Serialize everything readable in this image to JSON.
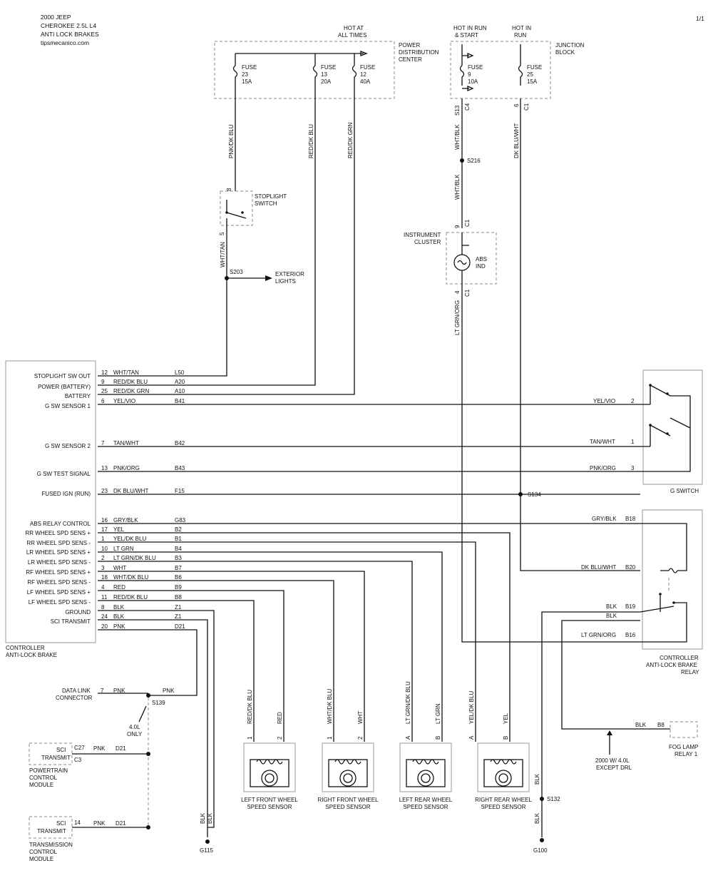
{
  "header": {
    "line1": "2000 JEEP",
    "line2": "CHEROKEE  2.5L L4",
    "line3": "ANTI LOCK BRAKES",
    "line4": "tipsmecanico.com",
    "page": "1/1"
  },
  "top": {
    "hot_all_1": "HOT AT",
    "hot_all_2": "ALL TIMES",
    "hot_run_start_1": "HOT IN RUN",
    "hot_run_start_2": "& START",
    "hot_run_1": "HOT IN",
    "hot_run_2": "RUN",
    "pdc_1": "POWER",
    "pdc_2": "DISTRIBUTION",
    "pdc_3": "CENTER",
    "jb_1": "JUNCTION",
    "jb_2": "BLOCK"
  },
  "fuses": [
    {
      "l": "FUSE",
      "n": "23",
      "a": "15A"
    },
    {
      "l": "FUSE",
      "n": "13",
      "a": "20A"
    },
    {
      "l": "FUSE",
      "n": "12",
      "a": "40A"
    },
    {
      "l": "FUSE",
      "n": "9",
      "a": "10A"
    },
    {
      "l": "FUSE",
      "n": "25",
      "a": "15A"
    }
  ],
  "vwires": {
    "pnk_dkblu": "PNK/DK BLU",
    "red_dkblu": "RED/DK BLU",
    "red_dkgrn": "RED/DK GRN",
    "wht_blk": "WHT/BLK",
    "dkblu_wht": "DK BLU/WHT",
    "wht_tan": "WHT/TAN",
    "ltgrn_org": "LT GRN/ORG",
    "blk": "BLK"
  },
  "conn": {
    "s13": "S13",
    "c4": "C4",
    "p6": "6",
    "c1": "C1",
    "p9": "9",
    "p4": "4",
    "p8": "8",
    "p5": "5"
  },
  "stoplight": {
    "l1": "STOPLIGHT",
    "l2": "SWITCH"
  },
  "splices": {
    "s216": "S216",
    "s203": "S203",
    "s134": "S134",
    "s139": "S139",
    "s132": "S132"
  },
  "exterior": {
    "l1": "EXTERIOR",
    "l2": "LIGHTS"
  },
  "cluster": {
    "l1": "INSTRUMENT",
    "l2": "CLUSTER",
    "abs1": "ABS",
    "abs2": "IND"
  },
  "controller": {
    "pins": [
      {
        "name": "STOPLIGHT SW OUT",
        "pin": "12",
        "color": "WHT/TAN",
        "circ": "L50"
      },
      {
        "name": "POWER (BATTERY)",
        "pin": "9",
        "color": "RED/DK BLU",
        "circ": "A20"
      },
      {
        "name": "BATTERY",
        "pin": "25",
        "color": "RED/DK GRN",
        "circ": "A10"
      },
      {
        "name": "G SW SENSOR 1",
        "pin": "6",
        "color": "YEL/VIO",
        "circ": "B41"
      },
      {
        "name": "G SW SENSOR 2",
        "pin": "7",
        "color": "TAN/WHT",
        "circ": "B42"
      },
      {
        "name": "G SW TEST SIGNAL",
        "pin": "13",
        "color": "PNK/ORG",
        "circ": "B43"
      },
      {
        "name": "FUSED IGN (RUN)",
        "pin": "23",
        "color": "DK BLU/WHT",
        "circ": "F15"
      },
      {
        "name": "ABS RELAY CONTROL",
        "pin": "16",
        "color": "GRY/BLK",
        "circ": "G83"
      },
      {
        "name": "RR WHEEL SPD SENS +",
        "pin": "17",
        "color": "YEL",
        "circ": "B2"
      },
      {
        "name": "RR WHEEL SPD SENS -",
        "pin": "1",
        "color": "YEL/DK BLU",
        "circ": "B1"
      },
      {
        "name": "LR WHEEL SPD SENS +",
        "pin": "10",
        "color": "LT GRN",
        "circ": "B4"
      },
      {
        "name": "LR WHEEL SPD SENS -",
        "pin": "2",
        "color": "LT GRN/DK BLU",
        "circ": "B3"
      },
      {
        "name": "RF WHEEL SPD SENS +",
        "pin": "3",
        "color": "WHT",
        "circ": "B7"
      },
      {
        "name": "RF WHEEL SPD SENS -",
        "pin": "18",
        "color": "WHT/DK BLU",
        "circ": "B6"
      },
      {
        "name": "LF WHEEL SPD SENS +",
        "pin": "4",
        "color": "RED",
        "circ": "B9"
      },
      {
        "name": "LF WHEEL SPD SENS -",
        "pin": "11",
        "color": "RED/DK BLU",
        "circ": "B8"
      },
      {
        "name": "GROUND",
        "pin": "8",
        "color": "BLK",
        "circ": "Z1"
      },
      {
        "name": "SCI TRANSMIT",
        "pin": "24",
        "color": "BLK",
        "circ": "Z1"
      },
      {
        "name": "",
        "pin": "20",
        "color": "PNK",
        "circ": "D21"
      }
    ],
    "l1": "CONTROLLER",
    "l2": "ANTI-LOCK BRAKE"
  },
  "gswitch": {
    "name": "G SWITCH",
    "rows": [
      {
        "c": "YEL/VIO",
        "p": "2"
      },
      {
        "c": "TAN/WHT",
        "p": "1"
      },
      {
        "c": "PNK/ORG",
        "p": "3"
      }
    ]
  },
  "relay": {
    "rows": [
      {
        "c": "GRY/BLK",
        "p": "B18"
      },
      {
        "c": "DK BLU/WHT",
        "p": "B20"
      },
      {
        "c": "BLK",
        "p": "B19"
      },
      {
        "c": "BLK",
        "p": ""
      },
      {
        "c": "LT GRN/ORG",
        "p": "B16"
      }
    ],
    "l1": "CONTROLLER",
    "l2": "ANTI-LOCK BRAKE",
    "l3": "RELAY"
  },
  "sensors": [
    {
      "l1": "LEFT FRONT WHEEL",
      "l2": "SPEED SENSOR",
      "w1": "RED/DK BLU",
      "w2": "RED",
      "p1": "1",
      "p2": "2"
    },
    {
      "l1": "RIGHT FRONT WHEEL",
      "l2": "SPEED SENSOR",
      "w1": "WHT/DK BLU",
      "w2": "WHT",
      "p1": "1",
      "p2": "2"
    },
    {
      "l1": "LEFT REAR WHEEL",
      "l2": "SPEED SENSOR",
      "w1": "LT GRN/DK BLU",
      "w2": "LT GRN",
      "p1": "A",
      "p2": "B"
    },
    {
      "l1": "RIGHT REAR WHEEL",
      "l2": "SPEED SENSOR",
      "w1": "YEL/DK BLU",
      "w2": "YEL",
      "p1": "A",
      "p2": "B"
    }
  ],
  "dlc": {
    "l1": "DATA LINK",
    "l2": "CONNECTOR",
    "pin": "7",
    "c1": "PNK",
    "c2": "PNK",
    "opt1": "4.0L",
    "opt2": "ONLY"
  },
  "pcm": {
    "box1": "SCI",
    "box2": "TRANSMIT",
    "conn1": "C27",
    "conn2": "C3",
    "c": "PNK",
    "circ": "D21",
    "l1": "POWERTRAIN",
    "l2": "CONTROL",
    "l3": "MODULE"
  },
  "tcm": {
    "box1": "SCI",
    "box2": "TRANSMIT",
    "pin": "14",
    "c": "PNK",
    "circ": "D21",
    "l1": "TRANSMISSION",
    "l2": "CONTROL",
    "l3": "MODULE"
  },
  "fog": {
    "c": "BLK",
    "p": "B8",
    "l1": "FOG LAMP",
    "l2": "RELAY 1",
    "n1": "2000 W/ 4.0L",
    "n2": "EXCEPT DRL"
  },
  "grounds": {
    "g115": "G115",
    "g100": "G100"
  }
}
